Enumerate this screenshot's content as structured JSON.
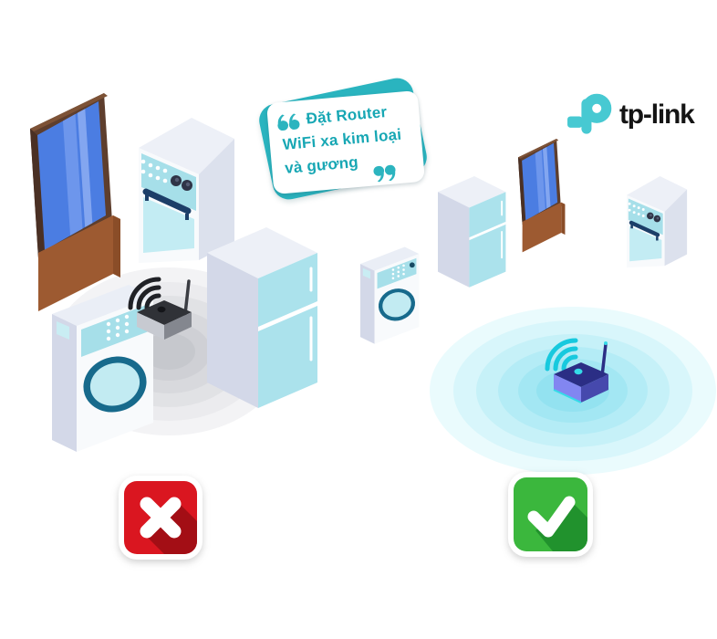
{
  "bubble": {
    "lines": [
      "Đặt Router",
      "WiFi xa kim loại",
      "và gương"
    ],
    "text_color": "#17a7b4",
    "card_color": "#ffffff",
    "accent_color": "#2ab4bf"
  },
  "logo": {
    "text": "tp-link",
    "mark_color": "#47c9d2",
    "text_color": "#141414"
  },
  "verdict": {
    "bad": {
      "icon": "cross-mark-icon",
      "color": "#da1620",
      "shadow_color": "#9c0d14"
    },
    "good": {
      "icon": "check-mark-icon",
      "color": "#3bb73d",
      "shadow_color": "#1f8e2b"
    }
  },
  "scenes": {
    "bad": {
      "name": "router-crowded-by-metal-and-mirror",
      "items": [
        "mirror",
        "oven",
        "refrigerator",
        "washing-machine",
        "wifi-router"
      ],
      "signal": "weak",
      "signal_colors": [
        "#f3f3f5",
        "#ebebee",
        "#e1e2e5",
        "#d8d9dd",
        "#cfd0d5",
        "#c6c8cd"
      ]
    },
    "good": {
      "name": "router-in-open-space",
      "items": [
        "washing-machine",
        "refrigerator",
        "mirror",
        "oven",
        "wifi-router"
      ],
      "signal": "strong",
      "signal_colors": [
        "#eafbfd",
        "#d8f6fb",
        "#c6f1f8",
        "#b4ecf6",
        "#a3e7f3",
        "#93e2f0"
      ]
    }
  }
}
